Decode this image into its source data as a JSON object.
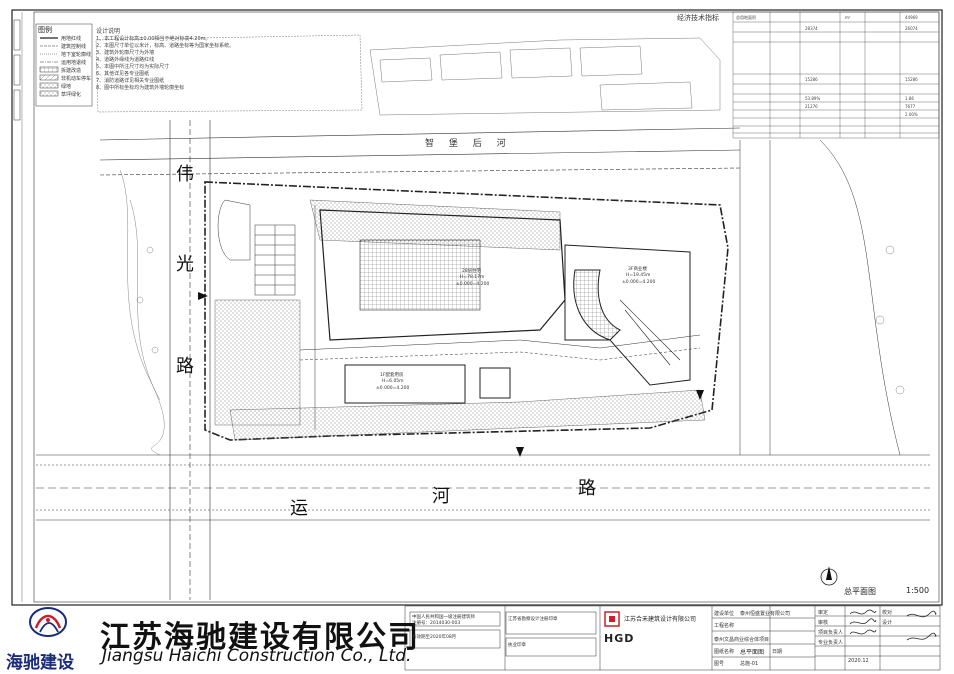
{
  "legend": {
    "title": "图例",
    "items": [
      "用地红线",
      "建筑控制线",
      "地下室轮廓线",
      "运用地退线",
      "拆建改造",
      "非机动车停车",
      "绿地",
      "草坪绿化"
    ]
  },
  "design_notes": {
    "title": "设计说明",
    "lines": [
      "1、本工程设计标高±0.00相当于绝对标高4.20m。",
      "2、本图尺寸单位以米计，标高、道路坐标等为国家坐标系统。",
      "3、建筑外轮廓尺寸为外墙",
      "4、道路外缘线为道路红线",
      "5、本图中所注尺寸均为实际尺寸",
      "6、其他详见各专业图纸",
      "7、消防道路详见相关专业图纸",
      "8、图中所标坐标均为建筑外墙轮廓坐标"
    ]
  },
  "tech_table": {
    "title": "经济技术指标",
    "col_headers": [
      "总用地面积",
      "m²",
      "44969"
    ],
    "values": [
      "28374",
      "26074",
      "15286",
      "15286",
      "21276",
      "7677",
      "53.89%",
      "1.86",
      "2.00%"
    ]
  },
  "map_labels": {
    "road_weiguang": [
      "伟",
      "光",
      "路"
    ],
    "road_yunhe": [
      "运",
      "河",
      "路"
    ],
    "river": "智 堡 后 河",
    "building_a": {
      "name": "28层住宅",
      "height": "H=78.17m",
      "level": "±0.000=4.200"
    },
    "building_b": {
      "name": "3F商业楼",
      "height": "H=19.45m",
      "level": "±0.000=4.200"
    },
    "building_c": {
      "name": "1F配套用房",
      "height": "H=6.05m",
      "level": "±0.000=4.200"
    }
  },
  "drawing_title": "总平面图",
  "scale": "1:500",
  "company": {
    "brand_cn": "海驰建设",
    "name_cn": "江苏海驰建设有限公司",
    "name_en": "Jiangsu Haichi Construction Co., Ltd."
  },
  "title_block": {
    "firm_logo": "HGD",
    "firm_name": "江苏合禾建筑设计有限公司",
    "client_label": "建设单位",
    "client": "泰州恒盛置业有限公司",
    "project_label": "工程名称",
    "project": "泰州文昌商业综合体项目",
    "drawing_label": "图纸名称",
    "drawing": "总平面图",
    "sheet_no_label": "图号",
    "sheet_no": "总施-01",
    "date_label": "日期",
    "date": "2020.12",
    "roles": [
      "审定",
      "审核",
      "项目负责人",
      "专业负责人",
      "校对",
      "设计"
    ],
    "stamp_lines": [
      "中国人民共和国一级注册建筑师",
      "注册号：2014030-003",
      "有效期至2020年08月"
    ],
    "cert_lines": [
      "江苏省勘察设计注册印章",
      "执业印章"
    ]
  },
  "colors": {
    "line": "#2b2b2b",
    "red_line": "#333333",
    "hatch": "#555555",
    "brand_blue": "#1a2b7a",
    "brand_red": "#c8202a"
  }
}
